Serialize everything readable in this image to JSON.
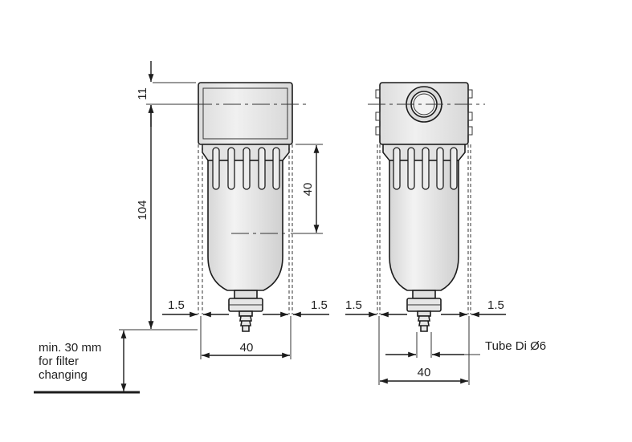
{
  "colors": {
    "line": "#1c1c1c",
    "fill": "#e6e6e6",
    "background": "#ffffff"
  },
  "dimensions": {
    "head_height": "11",
    "bowl_height": "104",
    "drain_offset": "40",
    "body_width_front": "40",
    "body_width_side": "40",
    "clearance_left_front": "1.5",
    "clearance_right_front": "1.5",
    "clearance_left_side": "1.5",
    "clearance_right_side": "1.5"
  },
  "notes": {
    "min_clearance_line1": "min. 30 mm",
    "min_clearance_line2": "for filter",
    "min_clearance_line3": "changing",
    "tube_label": "Tube Di Ø6"
  }
}
